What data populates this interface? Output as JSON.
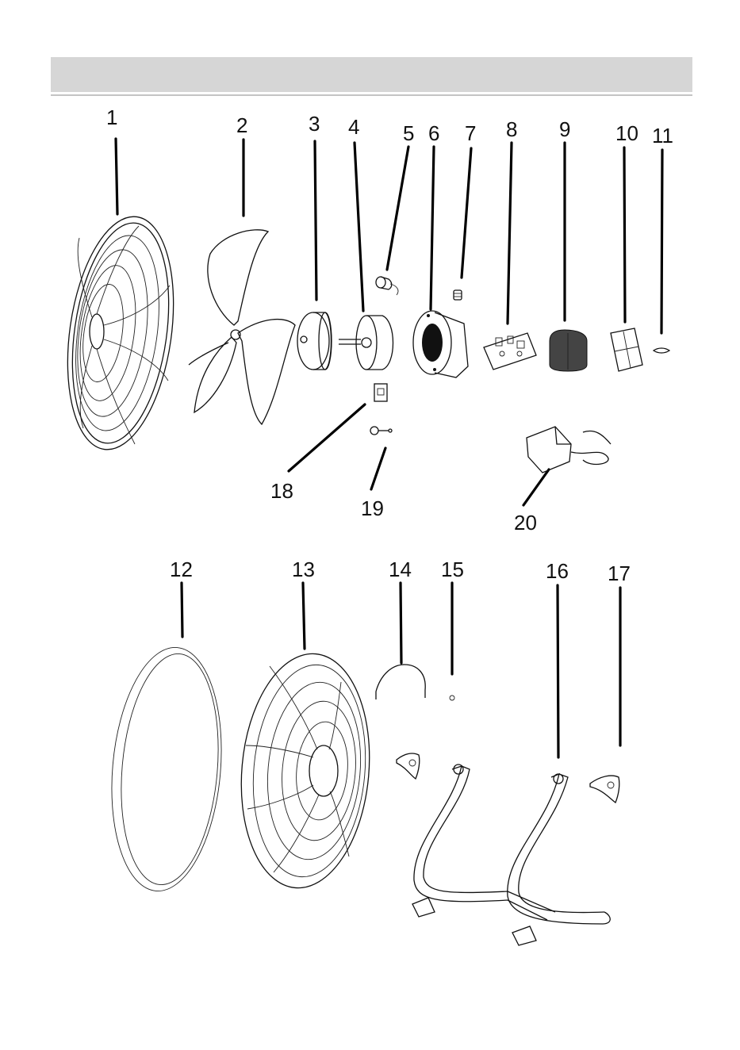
{
  "header": {
    "title": ""
  },
  "parts": [
    {
      "id": "part-1",
      "label": "1"
    },
    {
      "id": "part-2",
      "label": "2"
    },
    {
      "id": "part-3",
      "label": "3"
    },
    {
      "id": "part-4",
      "label": "4"
    },
    {
      "id": "part-5",
      "label": "5"
    },
    {
      "id": "part-6",
      "label": "6"
    },
    {
      "id": "part-7",
      "label": "7"
    },
    {
      "id": "part-8",
      "label": "8"
    },
    {
      "id": "part-9",
      "label": "9"
    },
    {
      "id": "part-10",
      "label": "10"
    },
    {
      "id": "part-11",
      "label": "11"
    },
    {
      "id": "part-12",
      "label": "12"
    },
    {
      "id": "part-13",
      "label": "13"
    },
    {
      "id": "part-14",
      "label": "14"
    },
    {
      "id": "part-15",
      "label": "15"
    },
    {
      "id": "part-16",
      "label": "16"
    },
    {
      "id": "part-17",
      "label": "17"
    },
    {
      "id": "part-18",
      "label": "18"
    },
    {
      "id": "part-19",
      "label": "19"
    },
    {
      "id": "part-20",
      "label": "20"
    }
  ]
}
